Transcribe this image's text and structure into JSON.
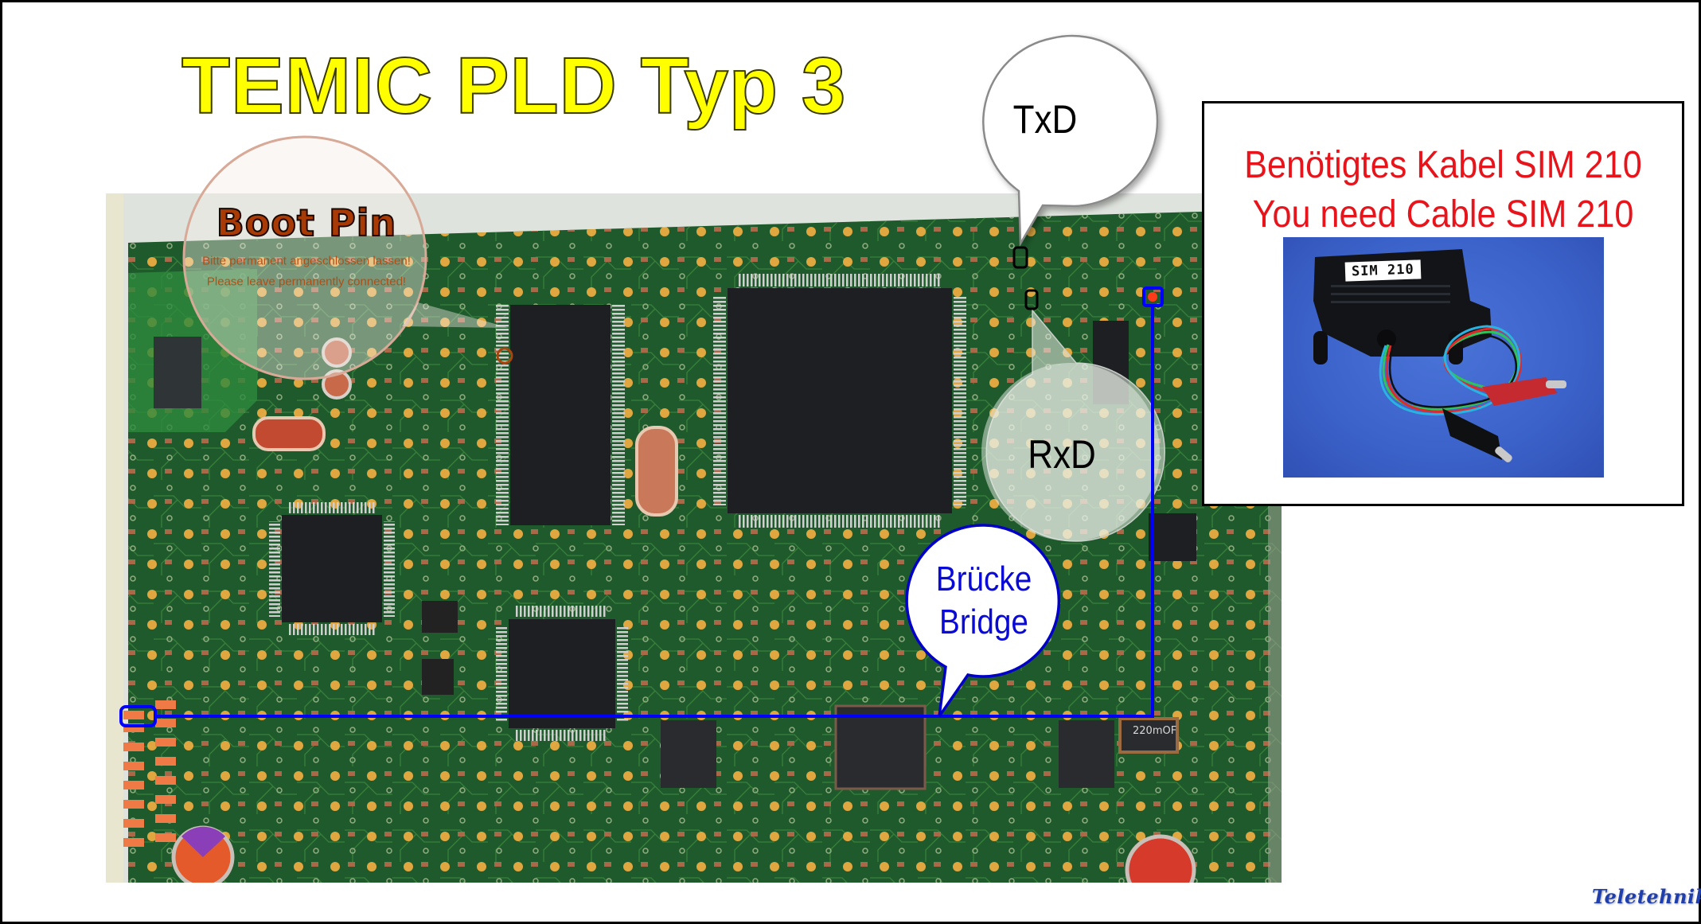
{
  "title": "TEMIC PLD Typ 3",
  "boot_pin": {
    "heading": "Boot Pin",
    "line_de": "Bitte permanent angeschlossen lassen!",
    "line_en": "Please leave permanently connected!"
  },
  "callouts": {
    "txd": "TxD",
    "rxd": "RxD",
    "bridge_de": "Brücke",
    "bridge_en": "Bridge"
  },
  "info_box": {
    "line_de": "Benötigtes Kabel SIM 210",
    "line_en": "You need Cable SIM 210",
    "cable_label": "SIM 210"
  },
  "pcb": {
    "inductor_marking": "220mOF"
  },
  "watermark": "Teletehnika",
  "colors": {
    "title_fill": "#ffff00",
    "boot_pin": "#a83a05",
    "info_text": "#e8141b",
    "bridge_line": "#0000ff",
    "pcb_green": "#1f5a2c",
    "cable_background": "#3b62c9"
  }
}
